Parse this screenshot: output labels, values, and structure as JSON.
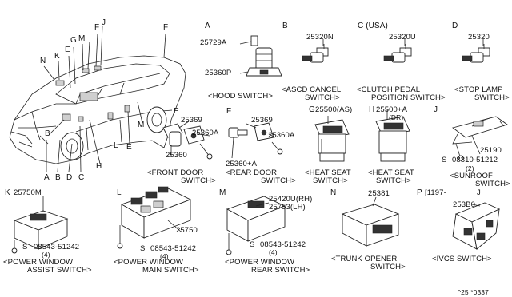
{
  "sections": {
    "A": "A",
    "B": "B",
    "C": "C (USA)",
    "D": "D",
    "E": "E",
    "F": "F",
    "G": "G",
    "H": "H",
    "J": "J",
    "K": "K",
    "L": "L",
    "M": "M",
    "N": "N",
    "P": "P"
  },
  "car_callouts": [
    "N",
    "K",
    "E",
    "G",
    "M",
    "F",
    "J",
    "F",
    "B",
    "H",
    "L",
    "E",
    "M",
    "A",
    "B",
    "D",
    "C"
  ],
  "parts": {
    "a_25729a": "25729A",
    "a_25360p": "25360P",
    "b_25320n": "25320N",
    "c_25320u": "25320U",
    "d_25320": "25320",
    "e_25369": "25369",
    "e_25360a": "25360A",
    "e_25360": "25360",
    "f_25369": "25369",
    "f_25360a": "25360A",
    "f_25360pa": "25360+A",
    "g_25500": "25500(AS)",
    "h_25500": "25500+A",
    "h_dr": "(DR)",
    "j_25190": "25190",
    "j_screw": "08310-51212",
    "j_qty": "(2)",
    "k_25750m": "25750M",
    "k_screw": "08543-51242",
    "k_qty": "(4)",
    "l_25750": "25750",
    "l_screw": "08543-51242",
    "l_qty": "(4)",
    "m_25420u": "25420U(RH)",
    "m_25753": "25753(LH)",
    "m_screw": "08543-51242",
    "m_qty": "(4)",
    "n_25381": "25381",
    "p_range": "[1197-",
    "p_close": "J",
    "p_253b0": "253B0",
    "screw_symbol": "S"
  },
  "captions": {
    "a": "<HOOD SWITCH>",
    "b1": "<ASCD CANCEL",
    "b2": "SWITCH>",
    "c1": "<CLUTCH PEDAL",
    "c2": "POSITION SWITCH>",
    "d1": "<STOP LAMP",
    "d2": "SWITCH>",
    "e1": "<FRONT DOOR",
    "e2": "SWITCH>",
    "f1": "<REAR DOOR",
    "f2": "SWITCH>",
    "g1": "<HEAT SEAT",
    "g2": "SWITCH>",
    "h1": "<HEAT SEAT",
    "h2": "SWITCH>",
    "j1": "<SUNROOF",
    "j2": "SWITCH>",
    "k1": "<POWER WINDOW",
    "k2": "ASSIST SWITCH>",
    "l1": "<POWER WINDOW",
    "l2": "MAIN SWITCH>",
    "m1": "<POWER WINDOW",
    "m2": "REAR SWITCH>",
    "n1": "<TRUNK OPENER",
    "n2": "SWITCH>",
    "p": "<IVCS SWITCH>"
  },
  "footer": "^25 *0337"
}
